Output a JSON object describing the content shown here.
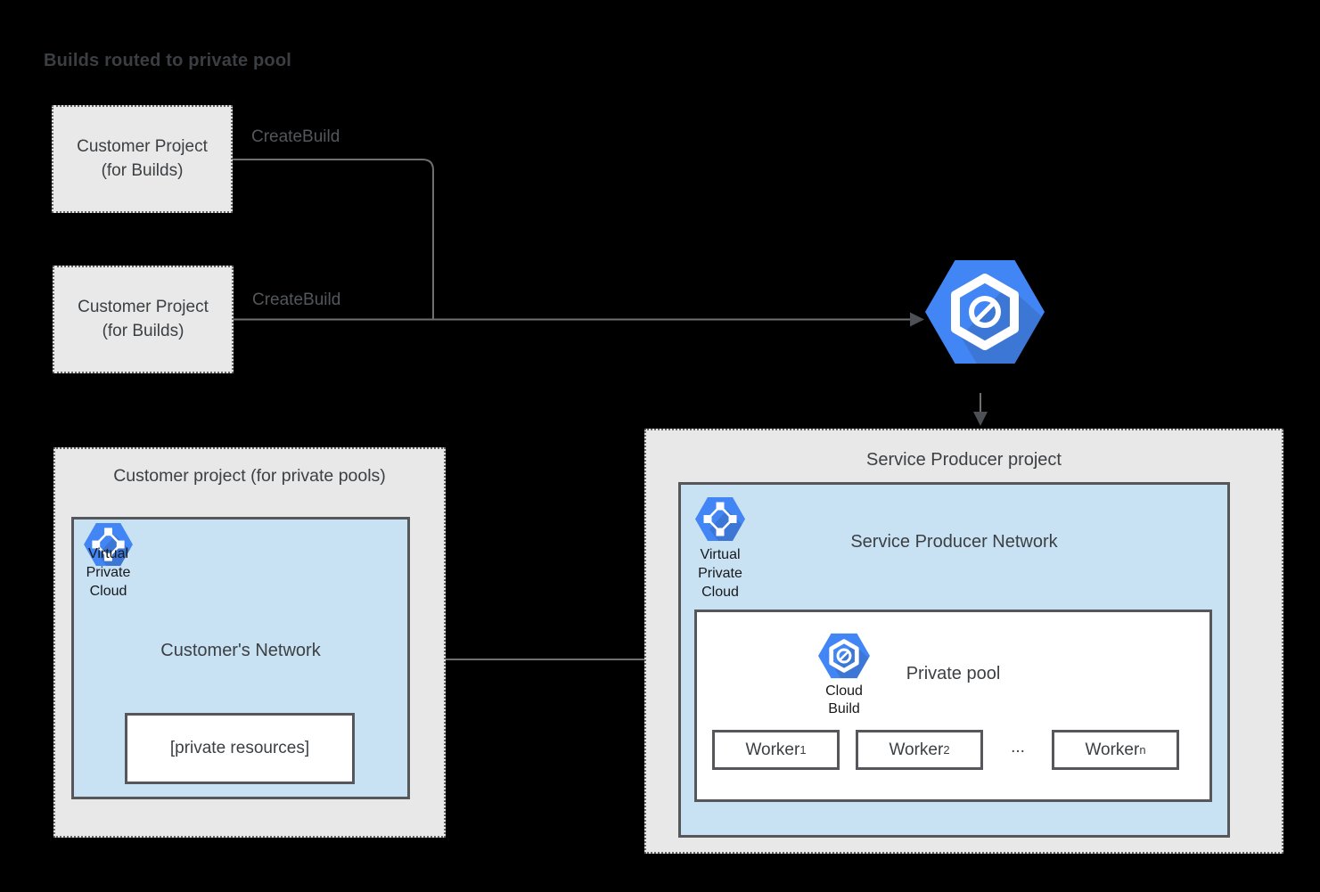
{
  "title": "Builds routed to private pool",
  "edges": {
    "create_build_1": "CreateBuild",
    "create_build_2": "CreateBuild"
  },
  "customer_build_projects": [
    {
      "label": "Customer Project\n(for Builds)"
    },
    {
      "label": "Customer Project\n(for Builds)"
    }
  ],
  "icons": {
    "cloud_build": "cloud-build",
    "virtual_private_cloud": "virtual-private-cloud"
  },
  "service_producer": {
    "title": "Service Producer project",
    "network": {
      "title": "Service Producer Network",
      "vpc_label": "Virtual\nPrivate\nCloud",
      "private_pool": {
        "title": "Private pool",
        "cloud_build_label": "Cloud\nBuild",
        "ellipsis": "...",
        "workers": [
          {
            "base": "Worker",
            "sub": "1"
          },
          {
            "base": "Worker",
            "sub": "2"
          },
          {
            "base": "Worker",
            "sub": "n"
          }
        ]
      }
    }
  },
  "customer_pool_project": {
    "title": "Customer project (for private pools)",
    "network": {
      "title": "Customer's Network",
      "vpc_label": "Virtual\nPrivate\nCloud",
      "private_resources": "[private resources]"
    }
  },
  "colors": {
    "background": "#000000",
    "box_fill_gray": "#e9e9e9",
    "network_fill_blue": "#c8e2f4",
    "solid_border": "#55575b",
    "dotted_border": "#666666",
    "connector": "#6f6f6f",
    "arrowhead": "#4d5156",
    "icon_blue": "#4285f4",
    "text_dark": "#3c4043"
  }
}
